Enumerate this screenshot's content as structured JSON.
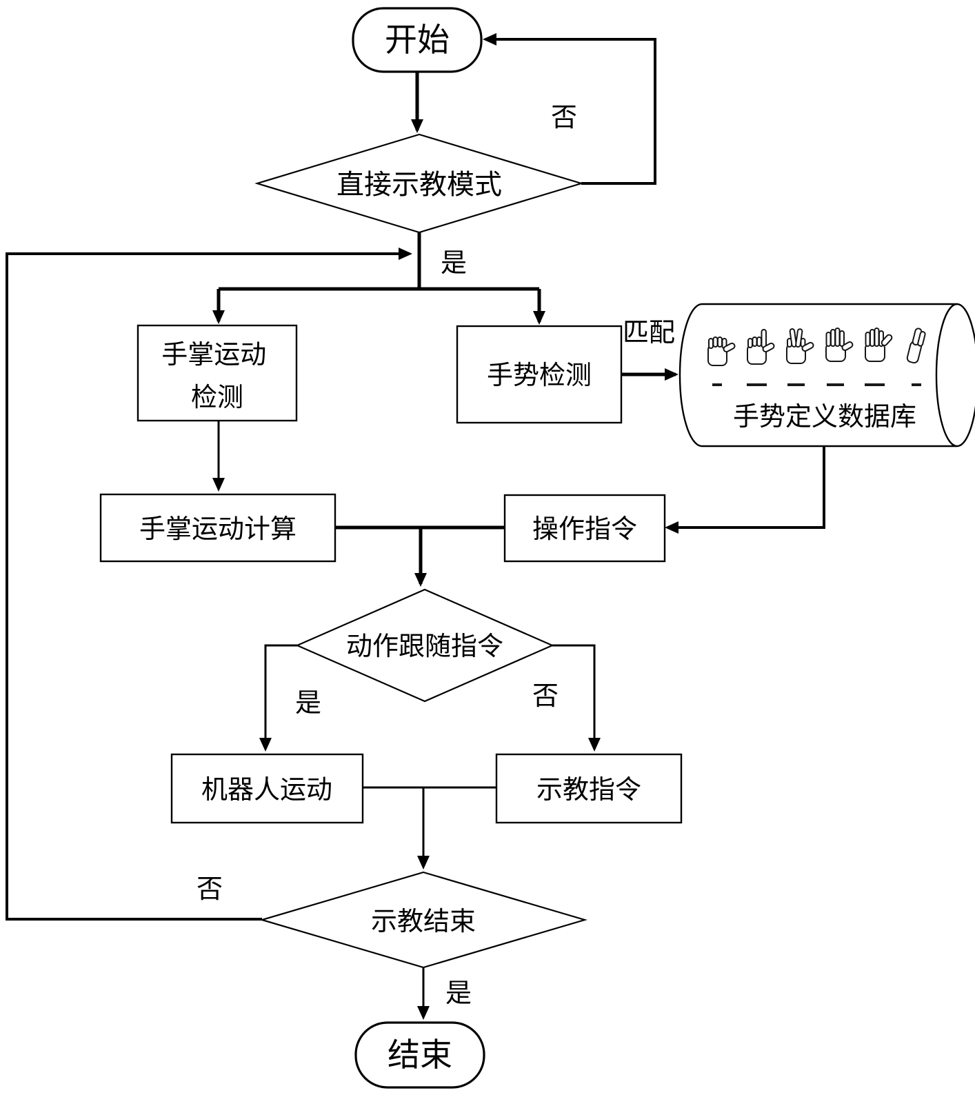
{
  "colors": {
    "line": "#000000",
    "background": "#ffffff"
  },
  "nodes": {
    "start": {
      "label": "开始",
      "type": "terminal"
    },
    "mode_decision": {
      "label": "直接示教模式",
      "type": "decision"
    },
    "palm_motion_detection": {
      "label_line1": "手掌运动",
      "label_line2": "检测",
      "type": "process"
    },
    "gesture_detection": {
      "label": "手势检测",
      "type": "process"
    },
    "gesture_database": {
      "label": "手势定义数据库",
      "type": "database"
    },
    "palm_motion_calculation": {
      "label": "手掌运动计算",
      "type": "process"
    },
    "operation_command": {
      "label": "操作指令",
      "type": "process"
    },
    "follow_decision": {
      "label": "动作跟随指令",
      "type": "decision"
    },
    "robot_motion": {
      "label": "机器人运动",
      "type": "process"
    },
    "teaching_command": {
      "label": "示教指令",
      "type": "process"
    },
    "teaching_end_decision": {
      "label": "示教结束",
      "type": "decision"
    },
    "end": {
      "label": "结束",
      "type": "terminal"
    }
  },
  "edge_labels": {
    "mode_no": "否",
    "mode_yes": "是",
    "match": "匹配",
    "follow_yes": "是",
    "follow_no": "否",
    "teaching_end_no": "否",
    "teaching_end_yes": "是"
  },
  "database_icons": [
    "fist-hand-icon",
    "one-finger-hand-icon",
    "two-finger-hand-icon",
    "four-finger-hand-icon",
    "open-palm-hand-icon",
    "side-hand-icon"
  ]
}
